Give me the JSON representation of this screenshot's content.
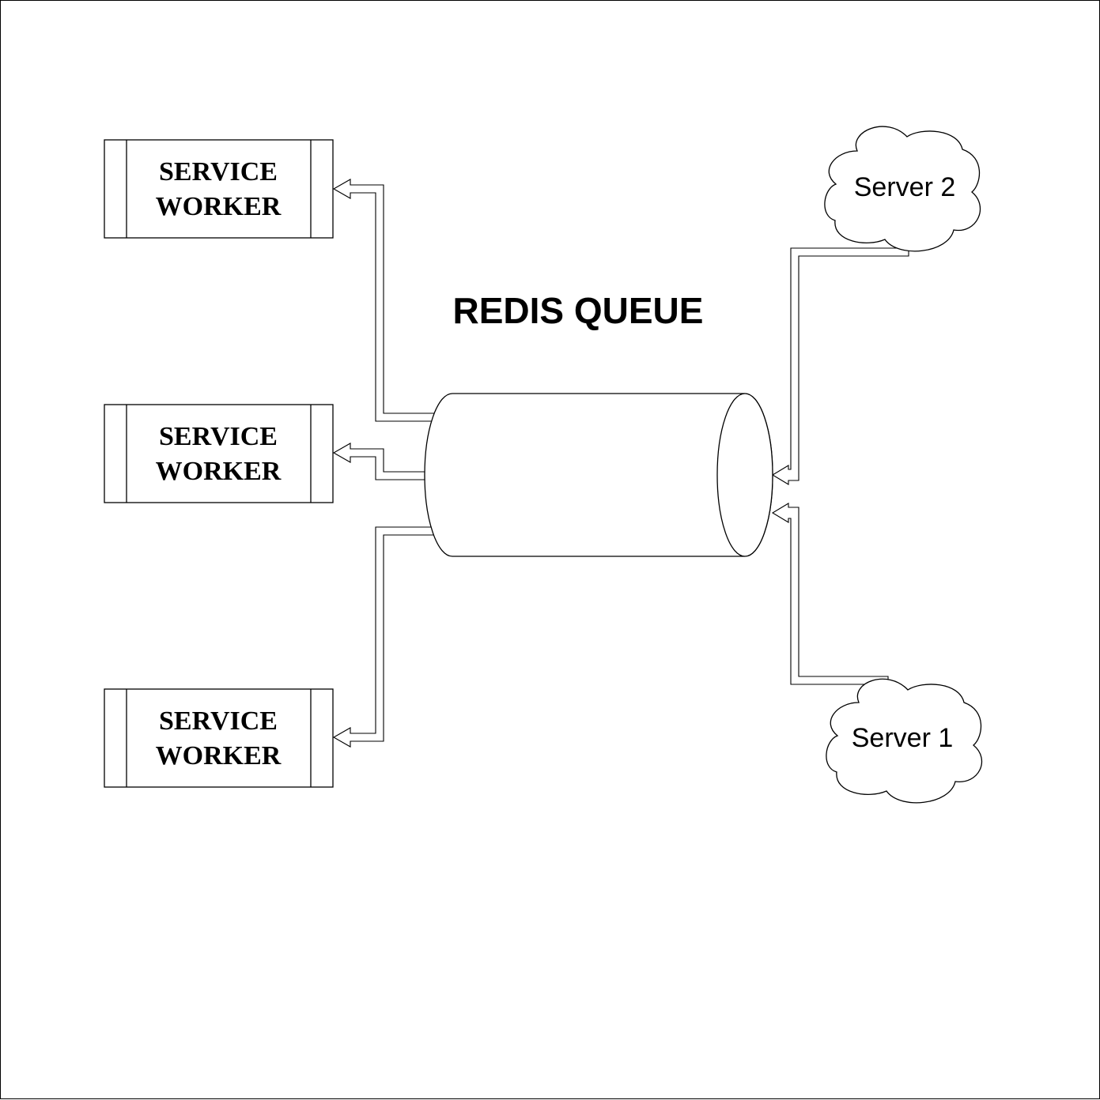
{
  "title": "REDIS QUEUE",
  "workers": [
    {
      "line1": "SERVICE",
      "line2": "WORKER"
    },
    {
      "line1": "SERVICE",
      "line2": "WORKER"
    },
    {
      "line1": "SERVICE",
      "line2": "WORKER"
    }
  ],
  "servers": [
    {
      "label": "Server 2"
    },
    {
      "label": "Server 1"
    }
  ]
}
